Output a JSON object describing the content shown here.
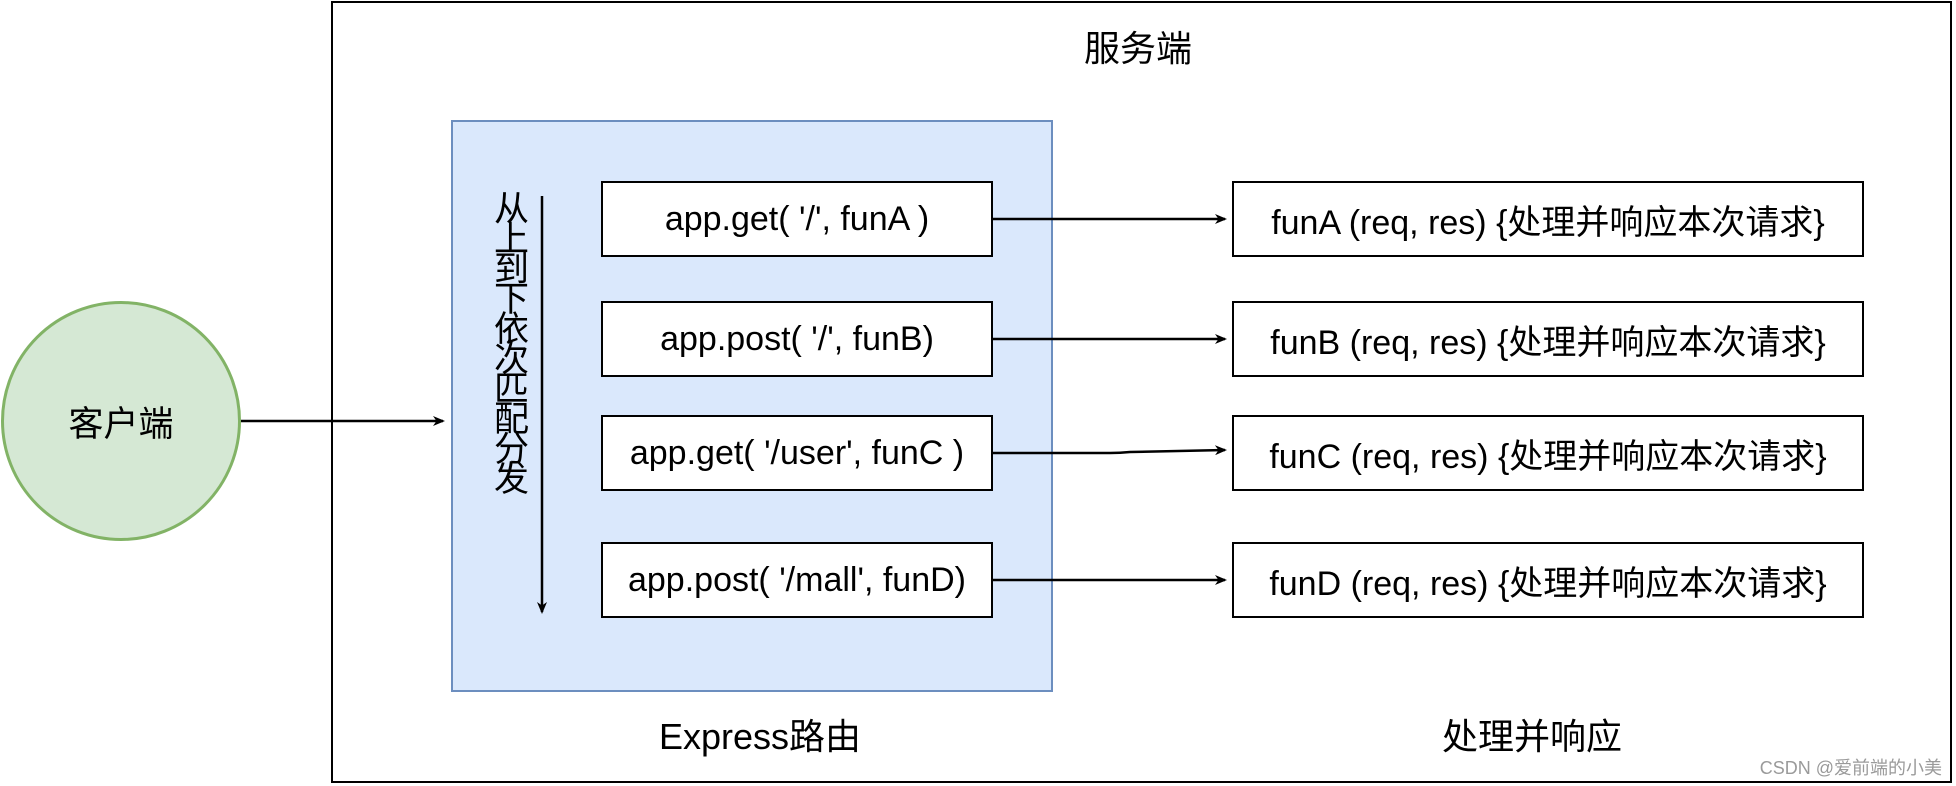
{
  "title": "服务端",
  "client": {
    "label": "客户端"
  },
  "router": {
    "caption": "Express路由",
    "order_note": "从上到下依次匹配分发",
    "routes": [
      {
        "label": "app.get( '/', funA )"
      },
      {
        "label": "app.post( '/', funB)"
      },
      {
        "label": "app.get( '/user', funC )"
      },
      {
        "label": "app.post( '/mall', funD)"
      }
    ]
  },
  "handlers": {
    "caption": "处理并响应",
    "items": [
      {
        "label": "funA (req, res) {处理并响应本次请求}"
      },
      {
        "label": "funB (req, res) {处理并响应本次请求}"
      },
      {
        "label": "funC (req, res) {处理并响应本次请求}"
      },
      {
        "label": "funD (req, res) {处理并响应本次请求}"
      }
    ]
  },
  "watermark": "CSDN @爱前端的小美",
  "colors": {
    "client_fill": "#d5e8d4",
    "client_stroke": "#82b366",
    "router_fill": "#dae8fc",
    "router_stroke": "#6c8ebf"
  }
}
